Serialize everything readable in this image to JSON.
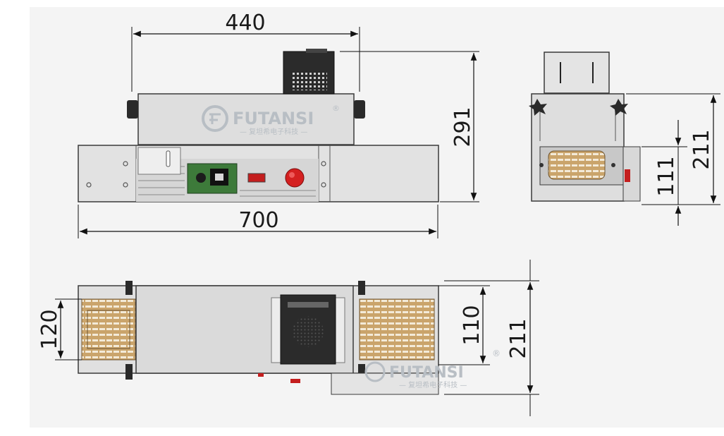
{
  "dimensions": {
    "front_top_width": "440",
    "front_height": "291",
    "front_total_width": "700",
    "side_height_total": "211",
    "side_height_inner": "111",
    "top_left_height": "120",
    "top_right_inner": "110",
    "top_right_total": "211"
  },
  "watermark": {
    "brand": "FUTANSI",
    "registered": "®",
    "subtitle": "— 复坦希电子科技 —"
  },
  "colors": {
    "background": "#ffffff",
    "panel": "#f4f4f4",
    "body_gray": "#dcdcdc",
    "body_light": "#e6e6e6",
    "outline": "#3a3a3a",
    "knob": "#2a2a2a",
    "fan": "#2b2b2b",
    "green_panel": "#3d7a3a",
    "red_button": "#d42020",
    "copper": "#c8a26a",
    "watermark": "#b8bec4"
  }
}
